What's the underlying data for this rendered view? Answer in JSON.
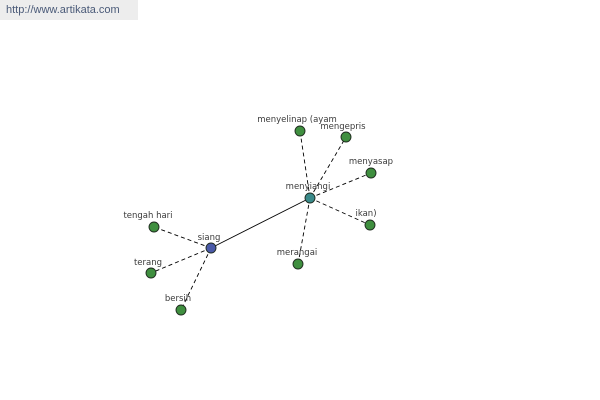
{
  "source": {
    "url": "http://www.artikata.com"
  },
  "colors": {
    "background": "#ffffff",
    "banner": "#ededed",
    "link": "#4a5a78",
    "edge": "#000000",
    "label": "#3a3a3a"
  },
  "graph": {
    "nodes": [
      {
        "id": "siang",
        "label": "siang",
        "kind": "root",
        "fill": "#4a5aa8"
      },
      {
        "id": "menyiangi",
        "label": "menyiangi",
        "kind": "hub",
        "fill": "#3a8a8a"
      },
      {
        "id": "tengah-hari",
        "label": "tengah hari",
        "kind": "leaf",
        "fill": "#3f8f3f"
      },
      {
        "id": "terang",
        "label": "terang",
        "kind": "leaf",
        "fill": "#3f8f3f"
      },
      {
        "id": "bersih",
        "label": "bersih",
        "kind": "leaf",
        "fill": "#3f8f3f"
      },
      {
        "id": "menyelinap",
        "label": "menyelinap (ayam",
        "kind": "leaf",
        "fill": "#3f8f3f"
      },
      {
        "id": "mengepris",
        "label": "mengepris",
        "kind": "leaf",
        "fill": "#3f8f3f"
      },
      {
        "id": "menyasap",
        "label": "menyasap",
        "kind": "leaf",
        "fill": "#3f8f3f"
      },
      {
        "id": "ikan",
        "label": "ikan)",
        "kind": "leaf",
        "fill": "#3f8f3f"
      },
      {
        "id": "merangai",
        "label": "merangai",
        "kind": "leaf",
        "fill": "#3f8f3f"
      }
    ],
    "edges": [
      {
        "from": "siang",
        "to": "menyiangi",
        "style": "solid"
      },
      {
        "from": "siang",
        "to": "tengah-hari",
        "style": "dashed"
      },
      {
        "from": "siang",
        "to": "terang",
        "style": "dashed"
      },
      {
        "from": "siang",
        "to": "bersih",
        "style": "dashed"
      },
      {
        "from": "menyiangi",
        "to": "menyelinap",
        "style": "dashed"
      },
      {
        "from": "menyiangi",
        "to": "mengepris",
        "style": "dashed"
      },
      {
        "from": "menyiangi",
        "to": "menyasap",
        "style": "dashed"
      },
      {
        "from": "menyiangi",
        "to": "ikan",
        "style": "dashed"
      },
      {
        "from": "menyiangi",
        "to": "merangai",
        "style": "dashed"
      }
    ]
  }
}
